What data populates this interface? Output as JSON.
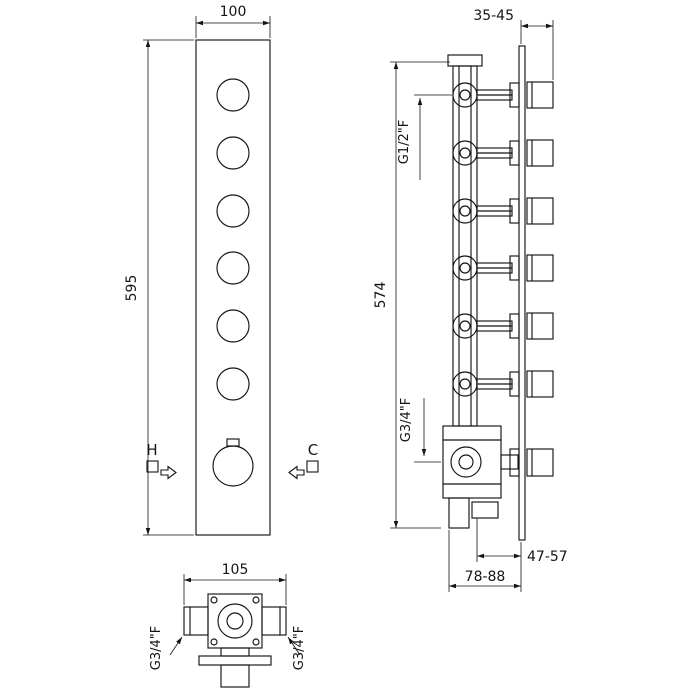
{
  "colors": {
    "line": "#141414",
    "background": "#ffffff"
  },
  "views": {
    "front": {
      "dim_width": "100",
      "dim_height": "595",
      "hot": "H",
      "cold": "C"
    },
    "side": {
      "dim_depth": "35-45",
      "dim_height": "574",
      "thread_top": "G1/2\"F",
      "thread_bottom": "G3/4\"F",
      "dim_plate_depth": "47-57",
      "dim_total_depth": "78-88"
    },
    "bottom": {
      "dim_width": "105",
      "thread_left": "G3/4\"F",
      "thread_right": "G3/4\"F"
    }
  }
}
